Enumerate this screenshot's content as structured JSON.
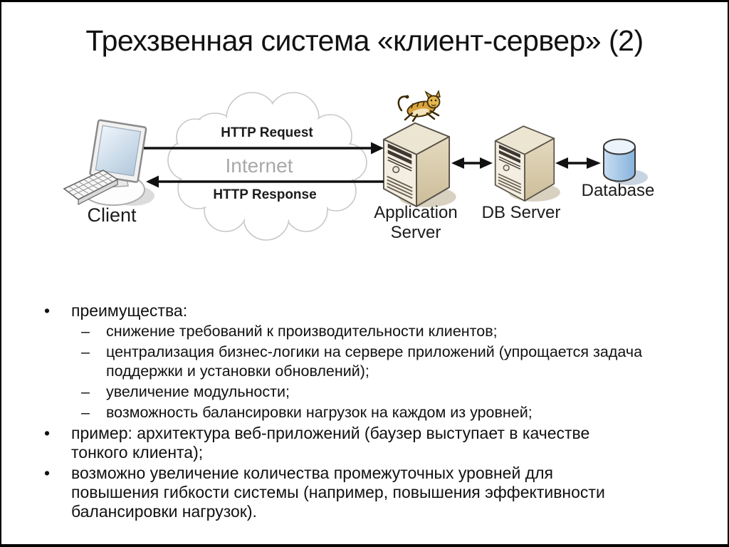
{
  "slide": {
    "title": "Трехзвенная система «клиент-сервер» (2)"
  },
  "diagram": {
    "client": {
      "label": "Client"
    },
    "internet": {
      "label": "Internet",
      "request_label": "HTTP Request",
      "response_label": "HTTP Response"
    },
    "app_server": {
      "label": "Application\nServer"
    },
    "db_server": {
      "label": "DB Server"
    },
    "database": {
      "label": "Database"
    },
    "icons": [
      "client-computer-icon",
      "keyboard-icon",
      "internet-cloud-icon",
      "tomcat-cat-icon",
      "app-server-icon",
      "db-server-icon",
      "database-cylinder-icon"
    ]
  },
  "bullets": [
    {
      "marker": "•",
      "level": 1,
      "text": "преимущества:"
    },
    {
      "marker": "–",
      "level": 2,
      "text": "снижение требований к производительности клиентов;"
    },
    {
      "marker": "–",
      "level": 2,
      "text": "централизация бизнес-логики на сервере приложений (упрощается задача\nподдержки и установки обновлений);"
    },
    {
      "marker": "–",
      "level": 2,
      "text": "увеличение модульности;"
    },
    {
      "marker": "–",
      "level": 2,
      "text": "возможность балансировки нагрузок на каждом из уровней;"
    },
    {
      "marker": "•",
      "level": 1,
      "text": "пример: архитектура веб-приложений (баузер выступает в качестве\nтонкого клиента);"
    },
    {
      "marker": "•",
      "level": 1,
      "text": "возможно увеличение количества промежуточных уровней для\nповышения гибкости системы (например, повышения эффективности\nбалансировки нагрузок)."
    }
  ],
  "colors": {
    "slide_border": "#000000",
    "text": "#111111",
    "internet_text": "#a9a9a9",
    "cloud_outline": "#c8c8c8",
    "server_front": "#f3eee1",
    "server_side": "#d6c9a8",
    "server_top": "#ece5d2",
    "database_blue": "#8fb9e2",
    "tomcat_gold": "#d8a33c",
    "arrow": "#111111"
  }
}
